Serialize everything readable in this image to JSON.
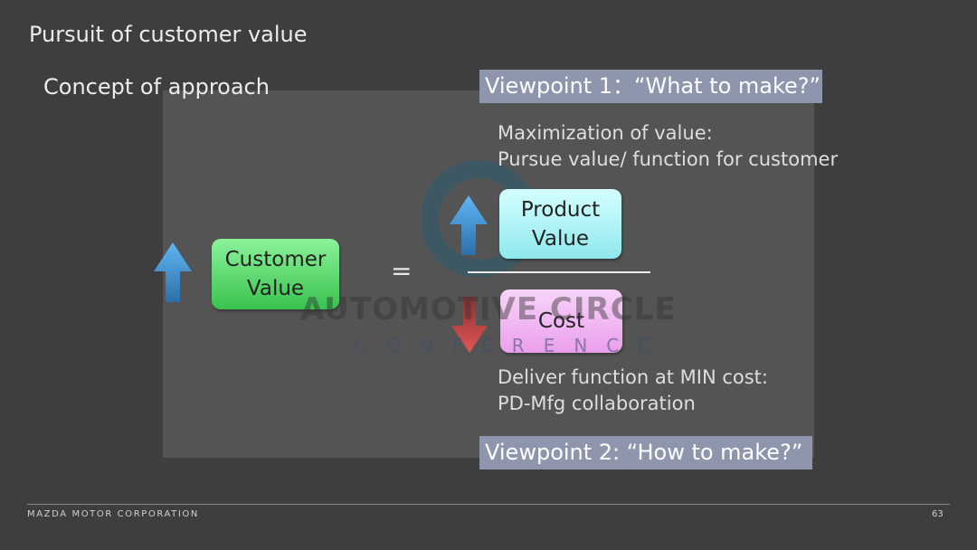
{
  "slide": {
    "title": "Pursuit of customer value",
    "subtitle": "Concept of approach"
  },
  "viewpoints": {
    "vp1": "Viewpoint 1：“What to make?”",
    "vp2": "Viewpoint 2: “How to make?”"
  },
  "notes": {
    "top_line1": "Maximization of value:",
    "top_line2": "Pursue value/ function for customer",
    "bottom_line1": "Deliver function at MIN cost:",
    "bottom_line2": "PD-Mfg collaboration"
  },
  "equation": {
    "customer_value_line1": "Customer",
    "customer_value_line2": "Value",
    "equals": "=",
    "product_value_line1": "Product",
    "product_value_line2": "Value",
    "cost": "Cost"
  },
  "watermark": {
    "line1": "AUTOMOTIVE CIRCLE",
    "line2": "CONFERENCE"
  },
  "footer": {
    "company": "MAZDA MOTOR CORPORATION",
    "page": "63"
  },
  "colors": {
    "background": "#3e3e3e",
    "panel": "#545454",
    "viewpoint_bg": "#8e96ad",
    "customer_value_box": "#4fd25f",
    "product_value_box": "#a8eef2",
    "cost_box": "#f0b4f2",
    "up_arrow": "#4aa3e8",
    "down_arrow": "#d24a4a"
  },
  "icons": [
    "arrow-up-icon",
    "arrow-up-icon",
    "arrow-down-icon",
    "circle-logo-icon"
  ]
}
